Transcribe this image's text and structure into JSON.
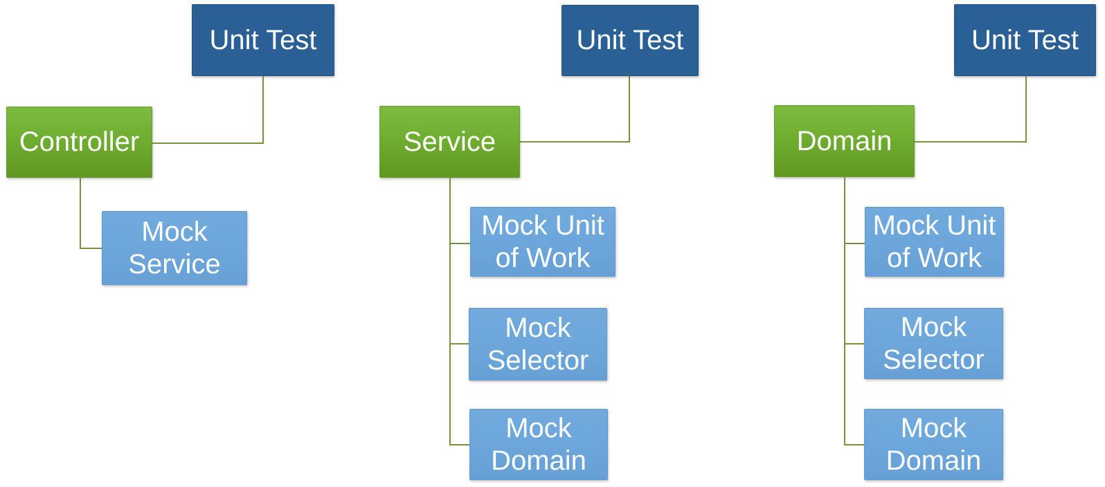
{
  "diagram": {
    "description": "Unit testing strategy diagram: three trees showing a Unit Test exercising a layer (Controller, Service, Domain) with its mocked dependencies",
    "colors": {
      "unit_test_box": "#2b6096",
      "subject_box_top": "#7cbb40",
      "subject_box_bottom": "#609822",
      "mock_box": "#6ca6db",
      "connector": "#76943b",
      "text": "#ffffff",
      "background": "#ffffff"
    },
    "trees": [
      {
        "test_label": "Unit Test",
        "subject_label": "Controller",
        "mocks": [
          "Mock Service"
        ]
      },
      {
        "test_label": "Unit Test",
        "subject_label": "Service",
        "mocks": [
          "Mock Unit of Work",
          "Mock Selector",
          "Mock Domain"
        ]
      },
      {
        "test_label": "Unit Test",
        "subject_label": "Domain",
        "mocks": [
          "Mock Unit of Work",
          "Mock Selector",
          "Mock Domain"
        ]
      }
    ]
  }
}
